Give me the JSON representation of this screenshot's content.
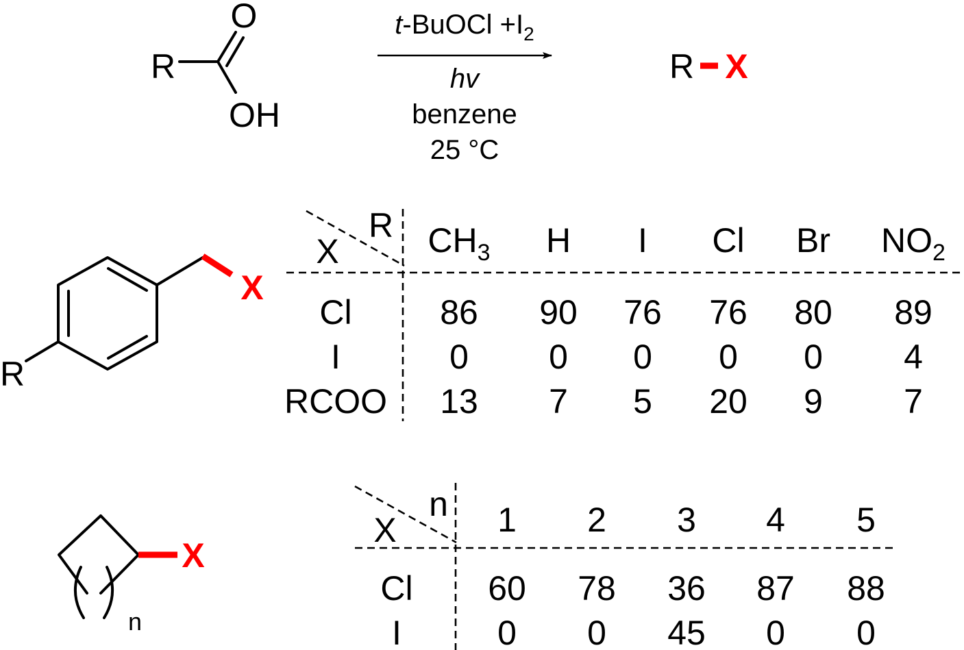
{
  "reaction": {
    "reactant": {
      "r_label": "R",
      "carbonyl_o": "O",
      "hydroxyl": "OH"
    },
    "conditions": {
      "reagent_prefix": "t",
      "reagent_main": "-BuOCl +I",
      "reagent_sub": "2",
      "light": "hv",
      "solvent": "benzene",
      "temperature": "25 °C"
    },
    "product": {
      "r_label": "R",
      "x_label": "X"
    },
    "colors": {
      "highlight": "#ff0000",
      "line": "#000000"
    }
  },
  "benzyl": {
    "structure": {
      "r_label": "R",
      "x_label": "X"
    },
    "corner": {
      "row_label": "X",
      "col_label": "R"
    },
    "columns": [
      {
        "main": "CH",
        "sub": "3",
        "tail": ""
      },
      {
        "main": "H",
        "sub": "",
        "tail": ""
      },
      {
        "main": "I",
        "sub": "",
        "tail": ""
      },
      {
        "main": "Cl",
        "sub": "",
        "tail": ""
      },
      {
        "main": "Br",
        "sub": "",
        "tail": ""
      },
      {
        "main": "NO",
        "sub": "2",
        "tail": ""
      }
    ],
    "rows": [
      {
        "label": "Cl",
        "values": [
          "86",
          "90",
          "76",
          "76",
          "80",
          "89"
        ]
      },
      {
        "label": "I",
        "values": [
          "0",
          "0",
          "0",
          "0",
          "0",
          "4"
        ]
      },
      {
        "label": "RCOO",
        "values": [
          "13",
          "7",
          "5",
          "20",
          "9",
          "7"
        ]
      }
    ]
  },
  "cyclo": {
    "structure": {
      "n_label": "n",
      "x_label": "X"
    },
    "corner": {
      "row_label": "X",
      "col_label": "n"
    },
    "columns": [
      "1",
      "2",
      "3",
      "4",
      "5"
    ],
    "rows": [
      {
        "label": "Cl",
        "values": [
          "60",
          "78",
          "36",
          "87",
          "88"
        ]
      },
      {
        "label": "I",
        "values": [
          "0",
          "0",
          "45",
          "0",
          "0"
        ]
      }
    ]
  }
}
